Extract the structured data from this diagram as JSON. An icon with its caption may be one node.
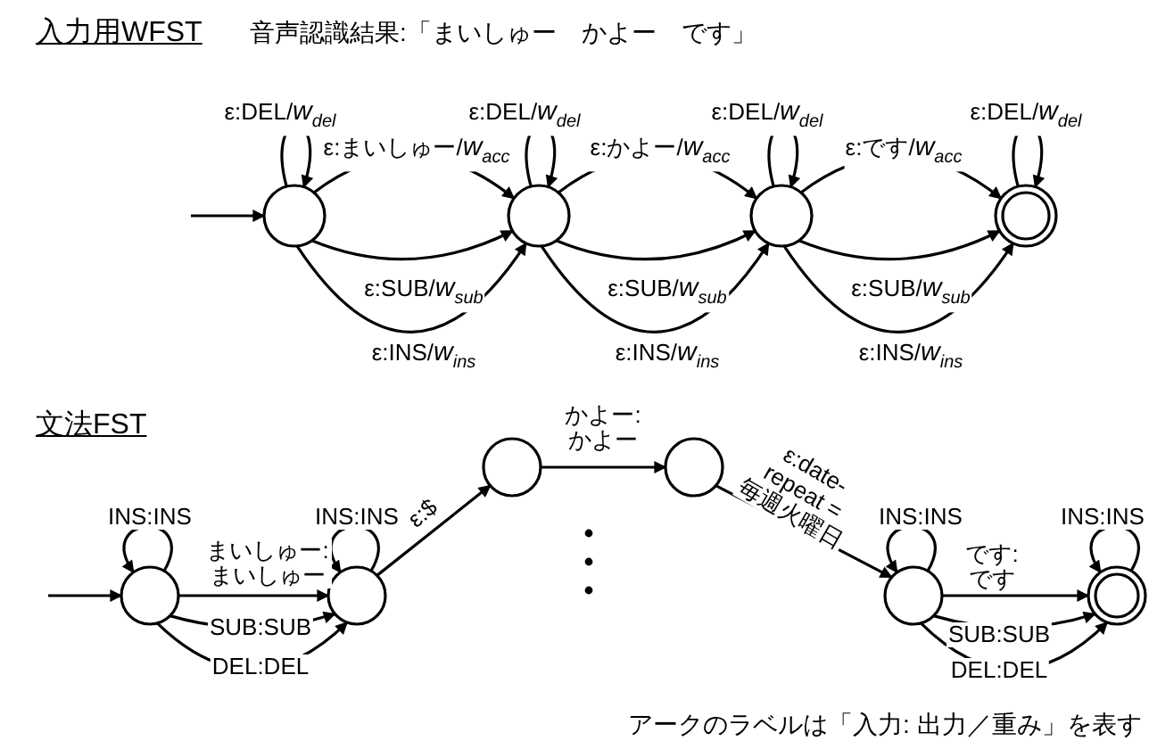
{
  "diagram": {
    "nodes": [
      {
        "text": [],
        "shape": "circle"
      },
      {
        "text": [],
        "shape": "circle"
      },
      {
        "text": [],
        "shape": "circle"
      },
      {
        "text": [],
        "shape": "circle"
      },
      {
        "text": [],
        "shape": "circle"
      },
      {
        "text": [],
        "shape": "circle"
      },
      {
        "text": [],
        "shape": "circle"
      },
      {
        "text": [],
        "shape": "circle"
      },
      {
        "text": [],
        "shape": "circle"
      },
      {
        "text": [],
        "shape": "circle"
      }
    ],
    "edges": [
      {
        "from": null,
        "to": 0,
        "arrow": "to"
      },
      {
        "from": 0,
        "to": 0,
        "arrow": "to",
        "label": "ε:DEL/*w*$_{del}$"
      },
      {
        "from": 0,
        "to": 1,
        "arrow": "to",
        "label": "ε:まいしゅー/*w*$_{acc}$"
      },
      {
        "from": 0,
        "to": 1,
        "arrow": "to",
        "label": "ε:SUB/*w*$_{sub}$"
      },
      {
        "from": 0,
        "to": 1,
        "arrow": "to",
        "label": "ε:INS/*w*$_{ins}$"
      },
      {
        "from": 1,
        "to": 1,
        "arrow": "to",
        "label": "ε:DEL/*w*$_{del}$"
      },
      {
        "from": 1,
        "to": 2,
        "arrow": "to",
        "label": "ε:かよー/*w*$_{acc}$"
      },
      {
        "from": 1,
        "to": 2,
        "arrow": "to",
        "label": "ε:SUB/*w*$_{sub}$"
      },
      {
        "from": 1,
        "to": 2,
        "arrow": "to",
        "label": "ε:INS/*w*$_{ins}$"
      },
      {
        "from": 2,
        "to": 2,
        "arrow": "to",
        "label": "ε:DEL/*w*$_{del}$"
      },
      {
        "from": 2,
        "to": 3,
        "arrow": "to",
        "label": "ε:です/*w*$_{acc}$"
      },
      {
        "from": 2,
        "to": 3,
        "arrow": "to",
        "label": "ε:SUB/*w*$_{sub}$"
      },
      {
        "from": 2,
        "to": 3,
        "arrow": "to",
        "label": "ε:INS/*w*$_{ins}$"
      },
      {
        "from": 3,
        "to": 3,
        "arrow": "to",
        "label": "ε:DEL/*w*$_{del}$"
      },
      {
        "from": null,
        "to": 4,
        "arrow": "to"
      },
      {
        "from": 4,
        "to": 4,
        "arrow": "to",
        "label": "INS:INS"
      },
      {
        "from": 4,
        "to": 5,
        "arrow": "to",
        "label": "まいしゅー: まいしゅー"
      },
      {
        "from": 4,
        "to": 5,
        "arrow": "to",
        "label": "SUB:SUB"
      },
      {
        "from": 4,
        "to": 5,
        "arrow": "to",
        "label": "DEL:DEL"
      },
      {
        "from": 5,
        "to": 5,
        "arrow": "to",
        "label": "INS:INS"
      },
      {
        "from": 5,
        "to": 6,
        "arrow": "to",
        "label": "ε:$"
      },
      {
        "from": 6,
        "to": 7,
        "arrow": "to",
        "label": "かよー: かよー"
      },
      {
        "from": 7,
        "to": 8,
        "arrow": "to",
        "label": "ε:date-repeat =毎週火曜日"
      },
      {
        "from": 8,
        "to": 8,
        "arrow": "to",
        "label": "INS:INS"
      },
      {
        "from": 8,
        "to": 9,
        "arrow": "to",
        "label": "です: です"
      },
      {
        "from": 8,
        "to": 9,
        "arrow": "to",
        "label": "SUB:SUB"
      },
      {
        "from": 8,
        "to": 9,
        "arrow": "to",
        "label": "DEL:DEL"
      },
      {
        "from": 9,
        "to": 9,
        "arrow": "to",
        "label": "INS:INS"
      }
    ],
    "labels": [
      "入力用WFST",
      "音声認識結果:「まいしゅー　かよー　です」",
      "文法FST",
      "アークのラベルは「入力: 出力／重み」を表す"
    ]
  }
}
